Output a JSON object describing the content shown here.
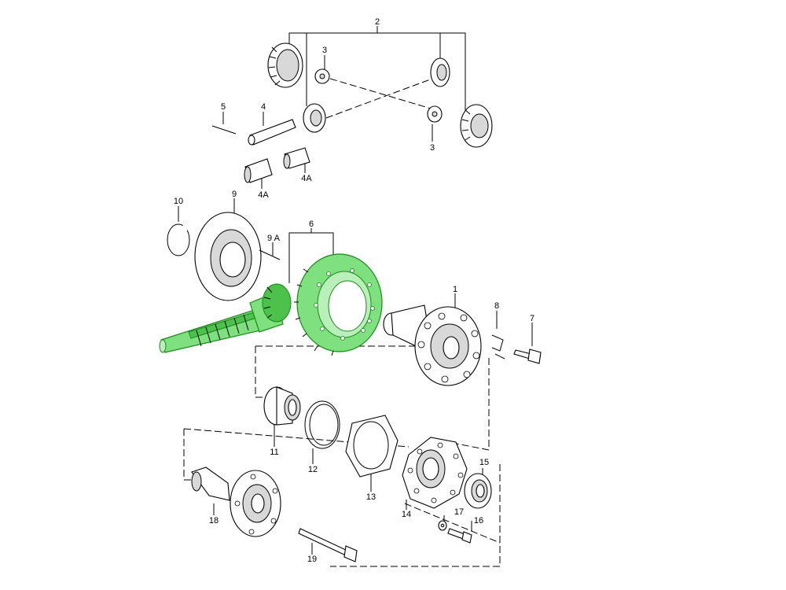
{
  "diagram": {
    "highlight_color": "#7ee07e",
    "highlight_stroke": "#1a8a1a",
    "labels": {
      "l1": "1",
      "l2": "2",
      "l3a": "3",
      "l3b": "3",
      "l4": "4",
      "l4a1": "4A",
      "l4a2": "4A",
      "l5": "5",
      "l6": "6",
      "l7": "7",
      "l8": "8",
      "l9": "9",
      "l9a": "9 A",
      "l10": "10",
      "l11": "11",
      "l12": "12",
      "l13": "13",
      "l14": "14",
      "l15": "15",
      "l16": "16",
      "l17": "17",
      "l18": "18",
      "l19": "19"
    }
  }
}
